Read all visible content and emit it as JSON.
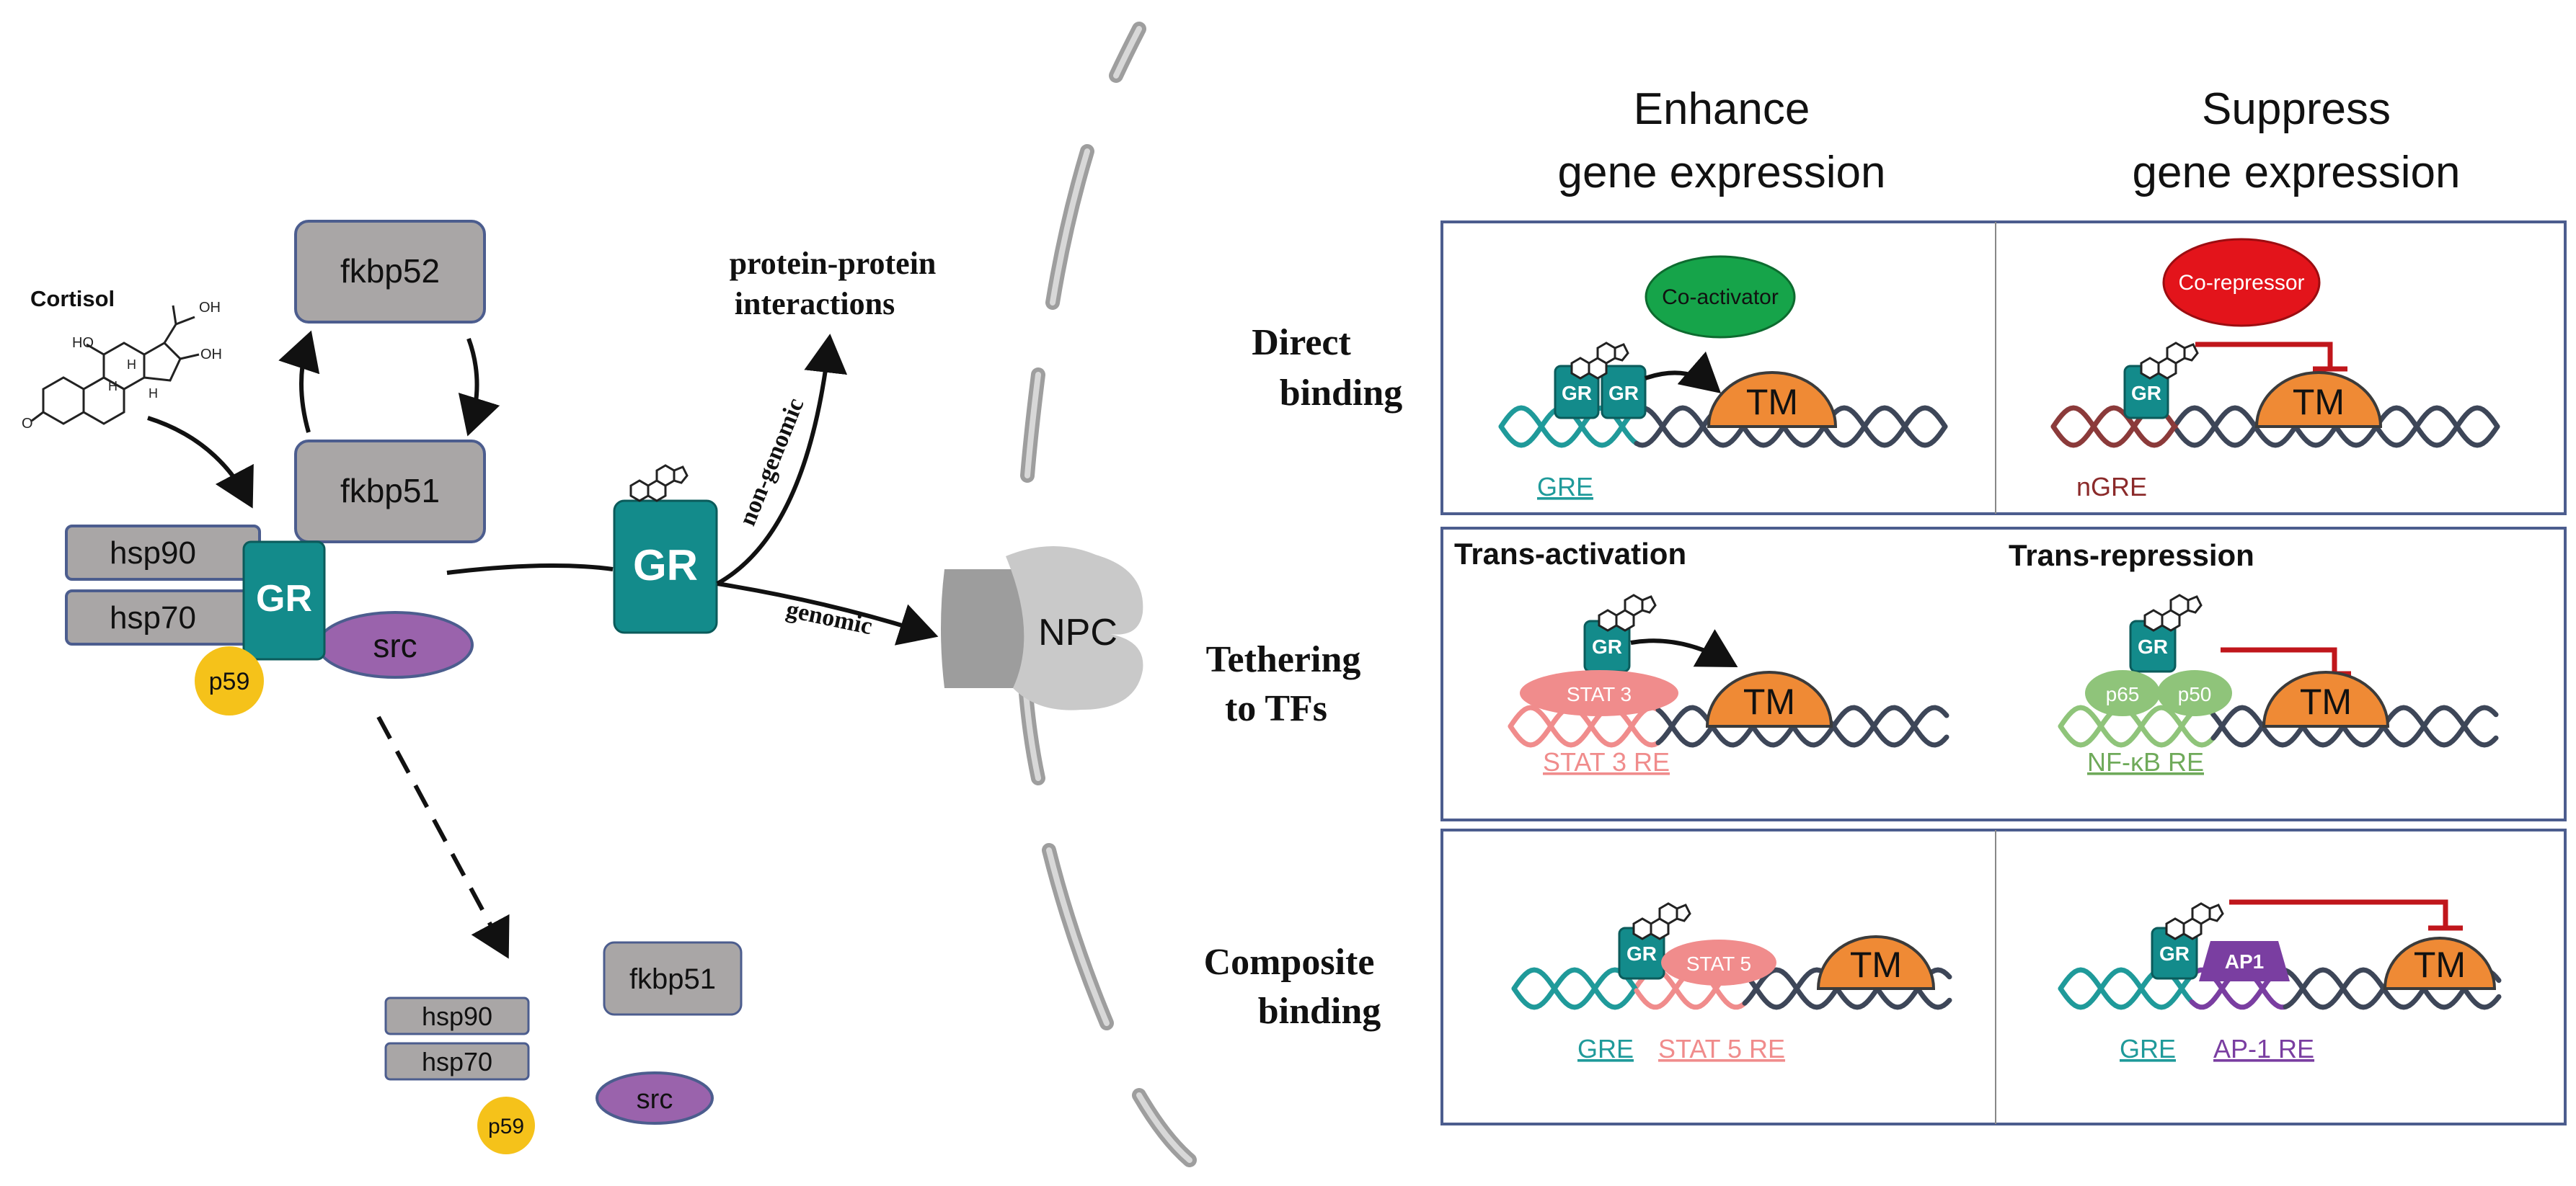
{
  "left": {
    "cortisol": "Cortisol",
    "mol_ho": "HO",
    "mol_oh_top": "OH",
    "mol_oh": "OH",
    "mol_o": "O",
    "mol_h1": "H",
    "mol_h2": "H",
    "mol_h3": "H",
    "fkbp52": "fkbp52",
    "fkbp51": "fkbp51",
    "hsp90": "hsp90",
    "hsp70": "hsp70",
    "gr": "GR",
    "src": "src",
    "p59": "p59",
    "gr_free": "GR",
    "ppi_line1": "protein-protein",
    "ppi_line2": "interactions",
    "non_genomic": "non-genomic",
    "genomic": "genomic",
    "npc": "NPC",
    "dissoc_fkbp51": "fkbp51",
    "dissoc_hsp90": "hsp90",
    "dissoc_hsp70": "hsp70",
    "dissoc_src": "src",
    "dissoc_p59": "p59"
  },
  "header": {
    "enhance_l1": "Enhance",
    "enhance_l2": "gene expression",
    "suppress_l1": "Suppress",
    "suppress_l2": "gene expression"
  },
  "rows": {
    "direct_l1": "Direct",
    "direct_l2": "binding",
    "tether_l1": "Tethering",
    "tether_l2": "to TFs",
    "composite_l1": "Composite",
    "composite_l2": "binding"
  },
  "direct": {
    "coactivator": "Co-activator",
    "corepressor": "Co-repressor",
    "gr1": "GR",
    "gr2": "GR",
    "gr3": "GR",
    "tm1": "TM",
    "tm2": "TM",
    "gre": "GRE",
    "ngre": "nGRE"
  },
  "tether": {
    "trans_activation": "Trans-activation",
    "trans_repression": "Trans-repression",
    "gr1": "GR",
    "gr2": "GR",
    "stat3": "STAT 3",
    "stat3_re": "STAT 3 RE",
    "p65": "p65",
    "p50": "p50",
    "nfkb_re": "NF-κB RE",
    "tm1": "TM",
    "tm2": "TM"
  },
  "composite": {
    "gr1": "GR",
    "gr2": "GR",
    "stat5": "STAT 5",
    "stat5_re": "STAT 5 RE",
    "gre1": "GRE",
    "gre2": "GRE",
    "ap1": "AP1",
    "ap1_re": "AP-1 RE",
    "tm1": "TM",
    "tm2": "TM"
  },
  "colors": {
    "gr_teal": "#138b8b",
    "chaperone_gray": "#a9a6a6",
    "src_purple": "#9a63ac",
    "p59_yellow": "#f5c21a",
    "tm_orange": "#ef8a35",
    "coactivator_green": "#16a44a",
    "corepressor_red": "#e3141b",
    "repression_red": "#c0161b",
    "stat3_pink": "#f08c8c",
    "nfkb_green": "#8fc47a",
    "ap1_purple": "#7a3ea1"
  }
}
